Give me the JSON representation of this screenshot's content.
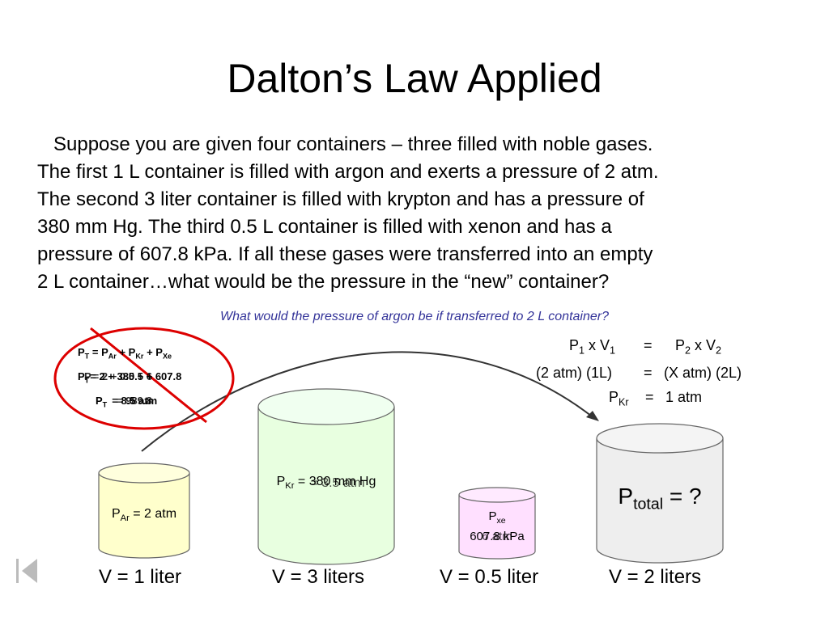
{
  "slide": {
    "title": "Dalton’s Law Applied",
    "paragraph": [
      "   Suppose you are given four containers – three filled with noble gases.",
      "The first 1 L container is filled with argon and exerts a pressure of 2 atm.",
      "The second 3 liter container is filled with krypton and has a pressure of",
      "380 mm Hg.  The third 0.5 L container is filled with xenon and has a",
      "pressure of 607.8 kPa.  If all these gases were transferred into an empty",
      "2 L container…what would be the pressure in the “new” container?"
    ],
    "question": "What would the pressure of argon be if transferred to 2 L container?"
  },
  "crossed_work": {
    "line1": {
      "p": "P",
      "t": "T",
      "eq": " = ",
      "p2": "P",
      "ar": "Ar",
      "plus1": " + ",
      "p3": "P",
      "kr": "Kr",
      "plus2": " + ",
      "p4": "P",
      "xe": "Xe"
    },
    "line2_a": "P",
    "line2_a_sub": "T",
    "line2_b": "P",
    "line2_c": "= 2 + 380.5 + 607.8",
    "line2_d": "= 2 + 0.5 + 6",
    "line3_a": "P",
    "line3_a_sub": "T",
    "line3_b": "= 8.5 atm",
    "line3_c": "= 989.8"
  },
  "boyle": {
    "row1": {
      "left_p": "P",
      "left_sub1": "1",
      "left_x": " x V",
      "left_sub2": "1",
      "eq": "=",
      "right_p": "P",
      "right_sub1": "2",
      "right_x": " x V",
      "right_sub2": "2"
    },
    "row2": {
      "left": "(2 atm) (1L)",
      "eq": "=",
      "right": "(X atm) (2L)"
    },
    "row3": {
      "left_p": "P",
      "left_sub": "Kr",
      "eq": "=",
      "right": "1 atm"
    }
  },
  "containers": {
    "argon": {
      "p": "P",
      "sub": "Ar",
      "value": " = 2 atm",
      "volume": "V = 1 liter",
      "fill": "#ffffcc"
    },
    "krypton": {
      "text_a": "P",
      "sub": "Kr",
      "text_b": " = 380 mm Hg",
      "text_c": "= 3.5 atm",
      "volume": "V = 3 liters",
      "fill": "#e8ffe0"
    },
    "xenon": {
      "p": "P",
      "sub": "xe",
      "value_a": "607.8 kPa",
      "value_b": "6 atm",
      "volume": "V = 0.5 liter",
      "fill": "#ffe0ff"
    },
    "total": {
      "p": "P",
      "sub": "total",
      "value": " = ?",
      "volume": "V = 2 liters",
      "fill": "#eeeeee"
    }
  },
  "colors": {
    "question": "#333399",
    "crossout": "#dd0000",
    "arrow": "#333333"
  },
  "icons": {
    "back": "back-to-start-icon"
  }
}
